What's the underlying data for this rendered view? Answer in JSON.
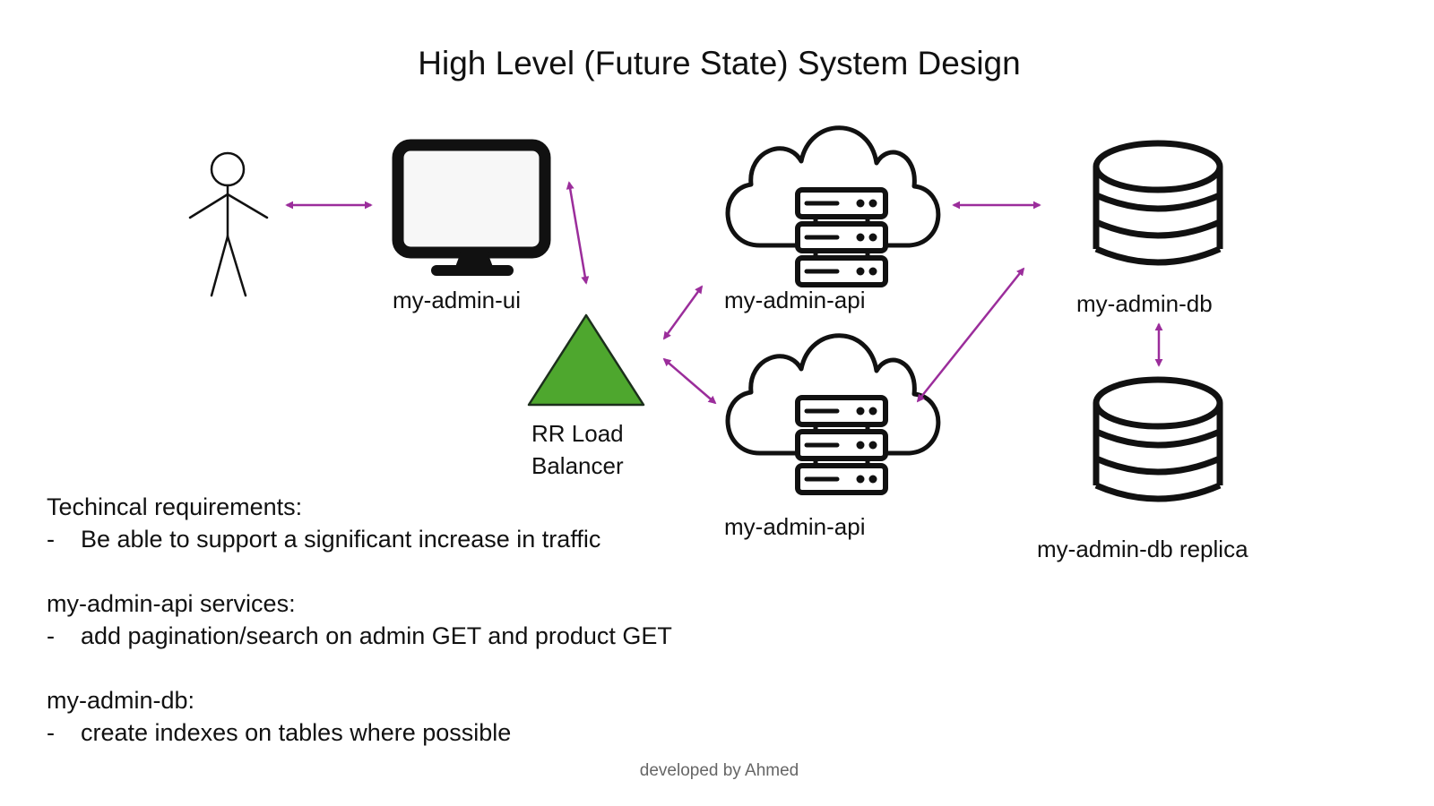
{
  "title": "High Level (Future State) System Design",
  "nodes": {
    "ui_label": "my-admin-ui",
    "lb_label_line1": "RR Load",
    "lb_label_line2": "Balancer",
    "api1_label": "my-admin-api",
    "api2_label": "my-admin-api",
    "db_label": "my-admin-db",
    "replica_label": "my-admin-db replica"
  },
  "icons": {
    "user": "stick-figure-icon",
    "ui": "monitor-icon",
    "lb": "triangle-icon",
    "api": "cloud-server-icon",
    "db": "database-icon"
  },
  "notes": [
    {
      "heading": "Techincal requirements:",
      "bullet": "Be able to support a significant increase in traffic"
    },
    {
      "heading": "my-admin-api services:",
      "bullet": "add pagination/search on admin GET and product GET"
    },
    {
      "heading": "my-admin-db:",
      "bullet": "create indexes on tables where possible"
    }
  ],
  "bullet_marker": "-",
  "footer": "developed by Ahmed",
  "colors": {
    "arrow": "#9b2d9b",
    "load_balancer": "#4ea72e",
    "icon_stroke": "#111111"
  }
}
